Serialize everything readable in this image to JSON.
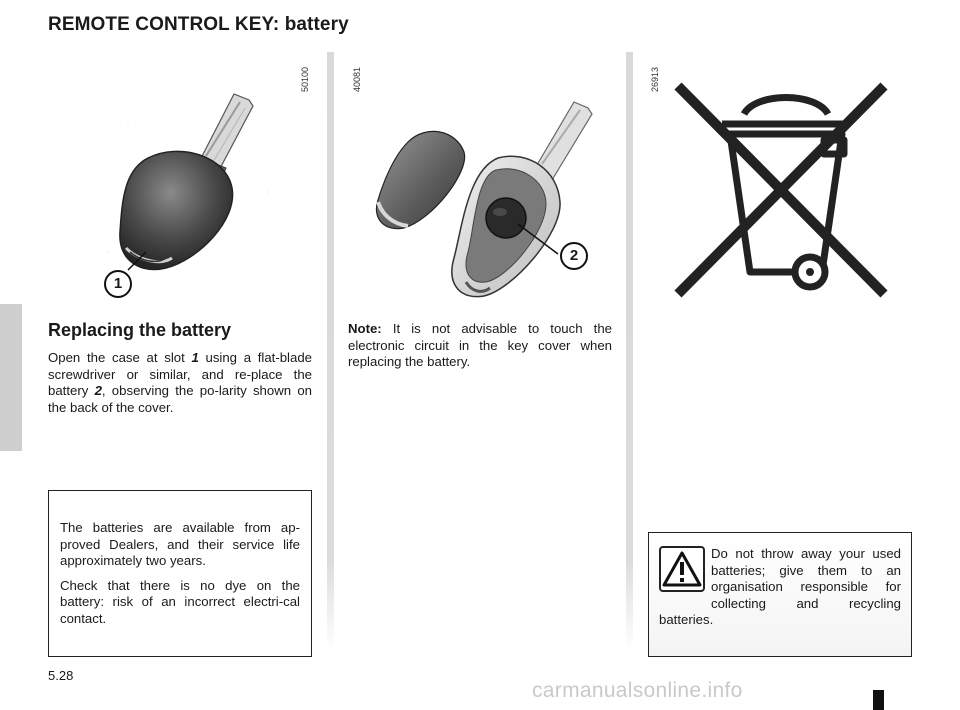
{
  "page": {
    "title": "REMOTE CONTROL KEY: battery",
    "page_number": "5.28",
    "watermark": "carmanualsonline.info"
  },
  "figures": {
    "key_closed": {
      "code": "50100",
      "callout": "1",
      "icon": "key-fob-icon"
    },
    "key_open": {
      "code": "40081",
      "callout": "2",
      "icon": "open-key-battery-icon"
    },
    "disposal": {
      "code": "26913",
      "icon": "crossed-out-wheelie-bin-icon"
    }
  },
  "left_column": {
    "heading": "Replacing the battery",
    "body_parts": [
      "Open the case at slot ",
      "1",
      " using a flat-blade screwdriver or similar, and re-place the battery ",
      "2",
      ", observing the po-larity shown on the back of the cover."
    ],
    "notice": {
      "p1": "The batteries are available from ap-proved Dealers, and their service life approximately two years.",
      "p2": "Check that there is no dye on the battery: risk of an incorrect electri-cal contact."
    }
  },
  "middle_column": {
    "note_label": "Note:",
    "note_text": " It is not advisable to touch the electronic circuit in the key cover when replacing the battery."
  },
  "right_column": {
    "warning": {
      "icon": "warning-triangle-icon",
      "text": "Do not throw away your used batteries; give them to an organisation responsible for collecting and recycling batteries."
    }
  }
}
